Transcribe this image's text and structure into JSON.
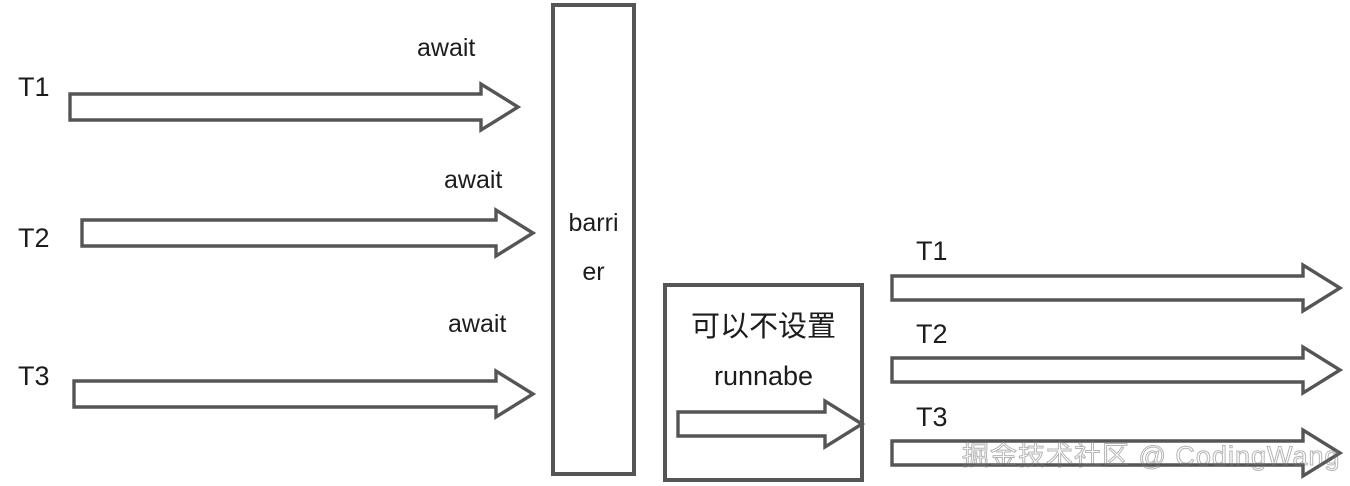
{
  "diagram": {
    "title": "CyclicBarrier await / barrier / runnable diagram",
    "colors": {
      "stroke": "#555555",
      "text": "#1c1c1c",
      "background": "#ffffff",
      "watermark": "#787878"
    },
    "left_lanes": [
      {
        "label": "T1",
        "await_label": "await"
      },
      {
        "label": "T2",
        "await_label": "await"
      },
      {
        "label": "T3",
        "await_label": "await"
      }
    ],
    "barrier": {
      "line1": "barri",
      "line2": "er"
    },
    "runnable_box": {
      "line1": "可以不设置",
      "line2": "runnabe"
    },
    "right_lanes": [
      {
        "label": "T1"
      },
      {
        "label": "T2"
      },
      {
        "label": "T3"
      }
    ],
    "watermark": "掘金技术社区 @ CodingWang"
  }
}
